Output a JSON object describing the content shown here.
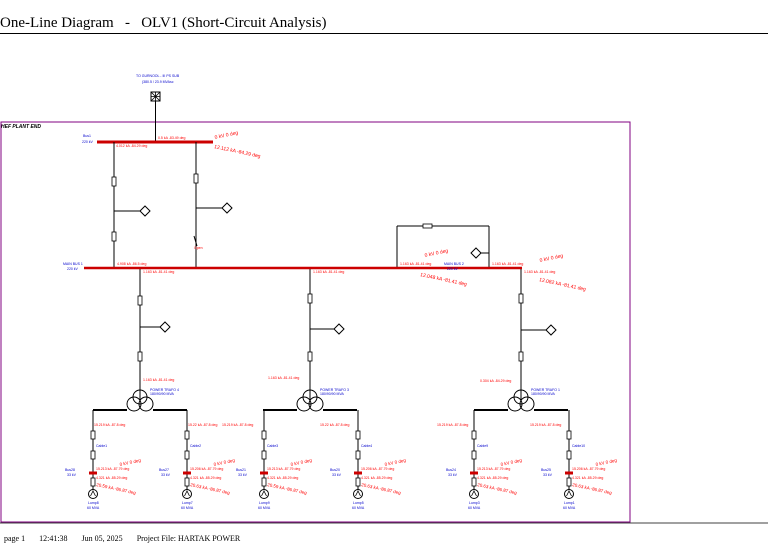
{
  "header": {
    "title": "One-Line Diagram   -   OLV1 (Short-Circuit Analysis)"
  },
  "frame_label": "HEF PLANT END",
  "source": {
    "label": "TO GURNOOL - III PS SUB",
    "sub": "(380.5 / 23.9 MVAsc"
  },
  "bus1": {
    "name": "Bus1",
    "kv": "220 kV",
    "fault": "4.012 kA -84.29 deg",
    "branch": "0.5 kA -83.49 deg"
  },
  "mainbus1": {
    "name": "MAIN BUS 1",
    "kv": "220 kV"
  },
  "mainbus2": {
    "name": "MAIN BUS 2",
    "kv": "220 kV"
  },
  "fault_bus1_a": "0 kV 0 deg",
  "fault_bus1_b": "12.112 kA -84.29 deg",
  "fault_main2_a": "0 kV 0 deg",
  "fault_main2_b": "12.048 kA -81.41 deg",
  "fault_main2_c": "0 kV 0 deg",
  "fault_main2_d": "12.082 kA -81.41 deg",
  "open_label": "Open",
  "branch_labels": {
    "a": "0.304 kA -84.29 deg",
    "b": "4.908 kA -86.5 deg",
    "c": "1.163 kA -81.41 deg",
    "d": "1.163 kA -81.41 deg",
    "e": "1.163 kA -81.41 deg",
    "f": "1.163 kA -81.41 deg",
    "g": "1.163 kA -81.41 deg",
    "h": "1.163 kA -81.41 deg",
    "i": "1.163 kA -81.41 deg"
  },
  "transformers": [
    {
      "name": "POWER TRAFO 4",
      "rating": "180/90/90 MVA"
    },
    {
      "name": "POWER TRAFO 3",
      "rating": "180/90/90 MVA"
    },
    {
      "name": "POWER TRAFO 1",
      "rating": "180/90/90 MVA"
    }
  ],
  "secondary_labels": [
    "15.219 kA -87.8 deg",
    "15.22 kA -87.8 deg",
    "15.219 kA -87.8 deg",
    "15.22 kA -87.8 deg",
    "15.219 kA -87.8 deg",
    "15.219 kA -87.8 deg"
  ],
  "cables": [
    "Cable1",
    "Cable2",
    "Cable3",
    "Cable4",
    "Cable9",
    "Cable10"
  ],
  "lv_buses": [
    {
      "name": "Bus28",
      "kv": "33 kV",
      "a": "15.213 kA -87.79 deg",
      "b": "4.321 kA -85.29 deg",
      "c": "0 kV 0 deg",
      "d": "20.59 kA -86.87 deg",
      "lump": "Lump8",
      "mva": "60 MVA"
    },
    {
      "name": "Bus27",
      "kv": "33 kV",
      "a": "15.206 kA -87.79 deg",
      "b": "4.321 kA -85.29 deg",
      "c": "0 kV 0 deg",
      "d": "20.63 kA -86.87 deg",
      "lump": "Lump7",
      "mva": "60 MVA"
    },
    {
      "name": "Bus21",
      "kv": "33 kV",
      "a": "15.213 kA -87.79 deg",
      "b": "4.321 kA -85.29 deg",
      "c": "0 kV 0 deg",
      "d": "20.59 kA -86.87 deg",
      "lump": "Lump9",
      "mva": "60 MVA"
    },
    {
      "name": "Bus20",
      "kv": "33 kV",
      "a": "15.206 kA -87.79 deg",
      "b": "4.321 kA -85.29 deg",
      "c": "0 kV 0 deg",
      "d": "20.63 kA -86.87 deg",
      "lump": "Lump5",
      "mva": "60 MVA"
    },
    {
      "name": "Bus24",
      "kv": "33 kV",
      "a": "15.213 kA -87.79 deg",
      "b": "4.321 kA -85.29 deg",
      "c": "0 kV 0 deg",
      "d": "20.63 kA -86.87 deg",
      "lump": "Lump3",
      "mva": "60 MVA"
    },
    {
      "name": "Bus25",
      "kv": "33 kV",
      "a": "15.206 kA -87.79 deg",
      "b": "4.321 kA -85.29 deg",
      "c": "0 kV 0 deg",
      "d": "20.63 kA -86.87 deg",
      "lump": "Lump1",
      "mva": "60 MVA"
    }
  ],
  "footer": {
    "page": "page 1",
    "time": "12:41:38",
    "date": "Jun 05, 2025",
    "project": "Project File: HARTAK POWER"
  },
  "colors": {
    "bus": "#cc0000",
    "fault": "#ff0000",
    "label": "#0000cc",
    "frame": "#800080",
    "line": "#000000"
  }
}
